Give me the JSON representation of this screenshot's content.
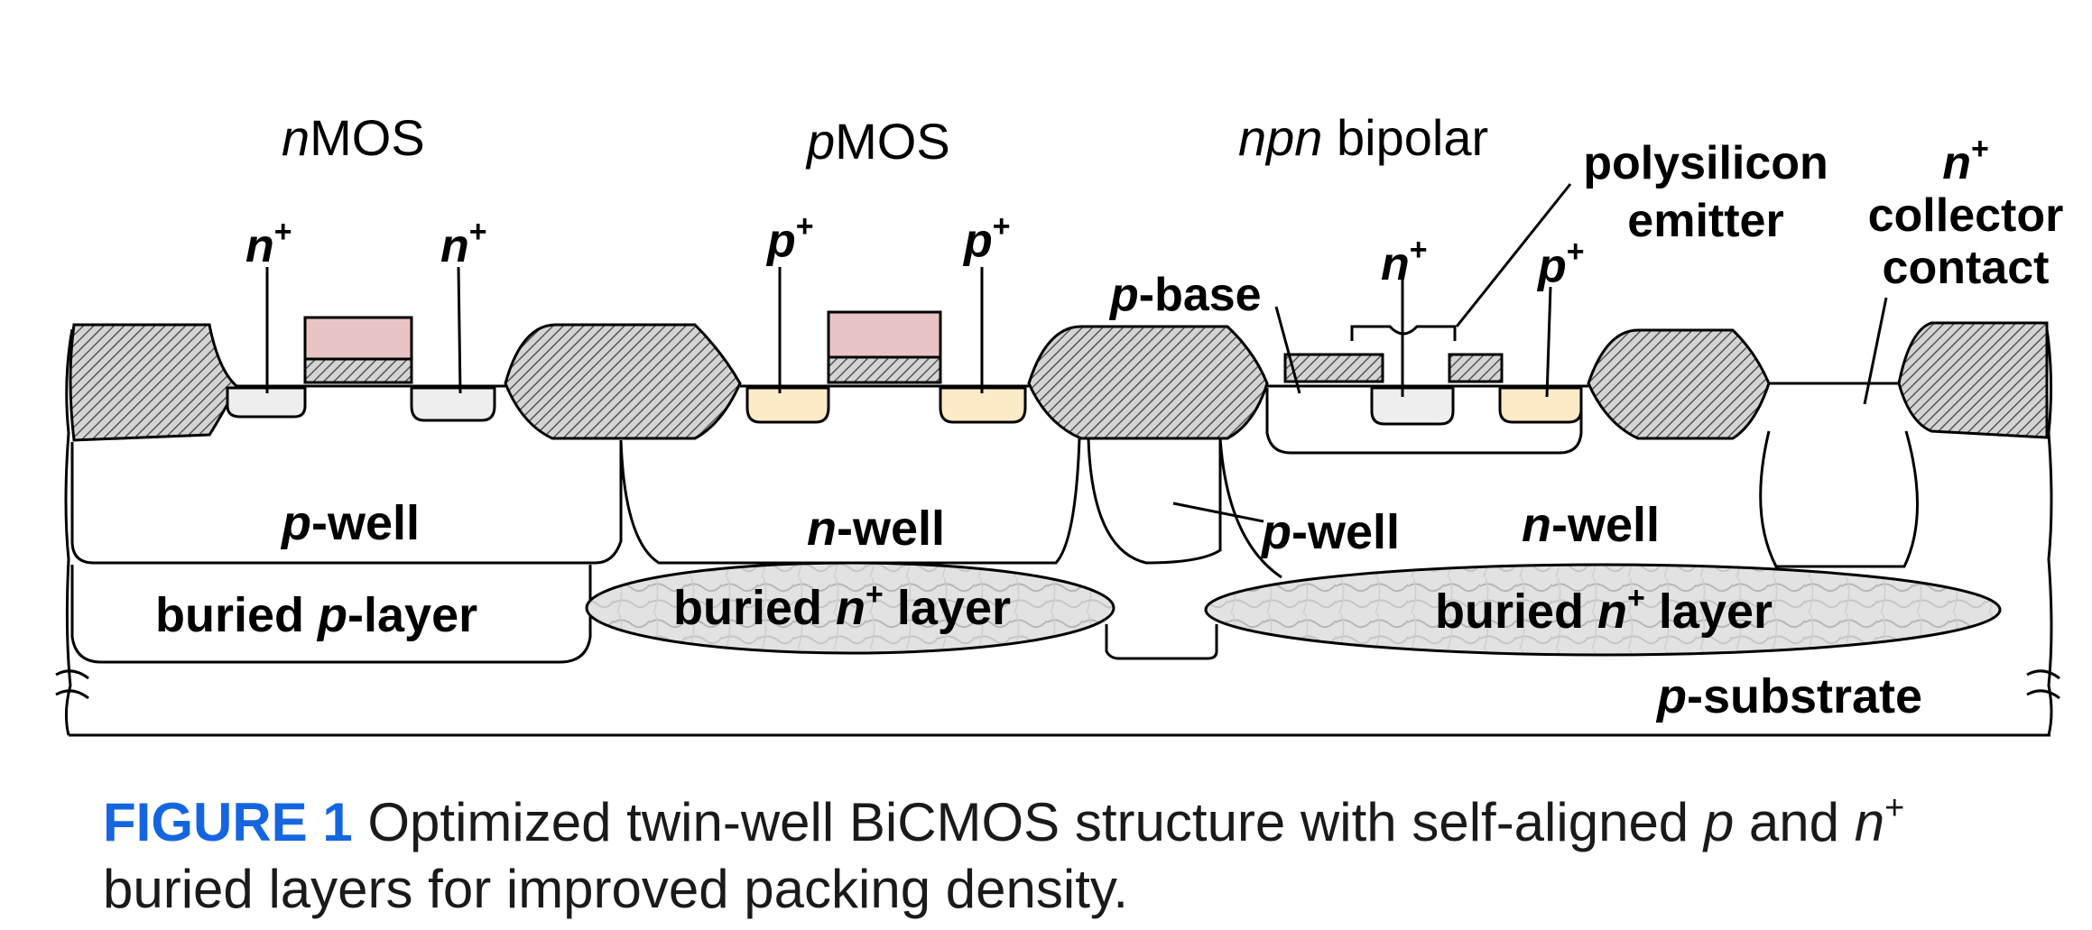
{
  "devices": {
    "nmos": {
      "italic": "n",
      "rest": "MOS"
    },
    "pmos": {
      "italic": "p",
      "rest": "MOS"
    },
    "npn": {
      "italic": "npn",
      "rest": " bipolar"
    }
  },
  "labels": {
    "nplus": "n",
    "pplus": "p",
    "plus": "+",
    "p_base_italic": "p",
    "p_base_rest": "-base",
    "poly_line1": "polysilicon",
    "poly_line2": "emitter",
    "collector_line2": "collector",
    "collector_line3": "contact",
    "well_p": "p",
    "well_n": "n",
    "well_suffix": "-well",
    "buried_p_prefix": "buried ",
    "buried_p_italic": "p",
    "buried_p_suffix": "-layer",
    "buried_n_prefix": "buried ",
    "buried_n_italic": "n",
    "buried_n_suffix": " layer",
    "substrate_italic": "p",
    "substrate_rest": "-substrate"
  },
  "caption": {
    "figure_label": "FIGURE 1",
    "line1_a": " Optimized twin-well BiCMOS structure with self-aligned ",
    "line1_p": "p",
    "line1_b": " and ",
    "line1_n": "n",
    "line1_plus": "+",
    "line2": "buried layers for improved packing density."
  },
  "colors": {
    "caption_label": "#1565e0",
    "gate_poly": "#e8c4c4",
    "p_diffusion": "#fdebc8",
    "n_diffusion": "#eeeeee",
    "buried_n": "#dcdcdc"
  }
}
